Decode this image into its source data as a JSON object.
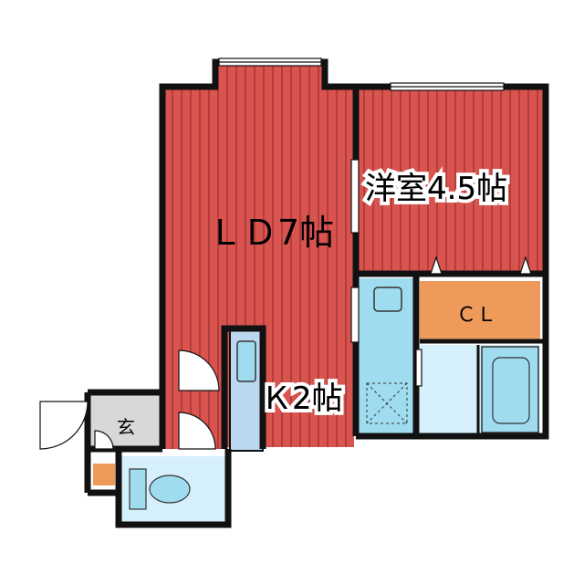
{
  "rooms": {
    "ld": {
      "label": "ＬＤ7帖"
    },
    "western": {
      "label": "洋室4.5帖"
    },
    "kitchen": {
      "label": "Ｋ2帖"
    },
    "closet": {
      "label": "ＣＬ"
    },
    "entrance": {
      "label": "玄"
    }
  },
  "colors": {
    "floor_red": "#d9534f",
    "floor_stripe": "#8b2a28",
    "closet_orange": "#ee9a5a",
    "wet_blue": "#d6f0fb",
    "fixture_blue": "#9fdcf0",
    "entrance_gray": "#d8d8d8",
    "wall": "#111111"
  }
}
